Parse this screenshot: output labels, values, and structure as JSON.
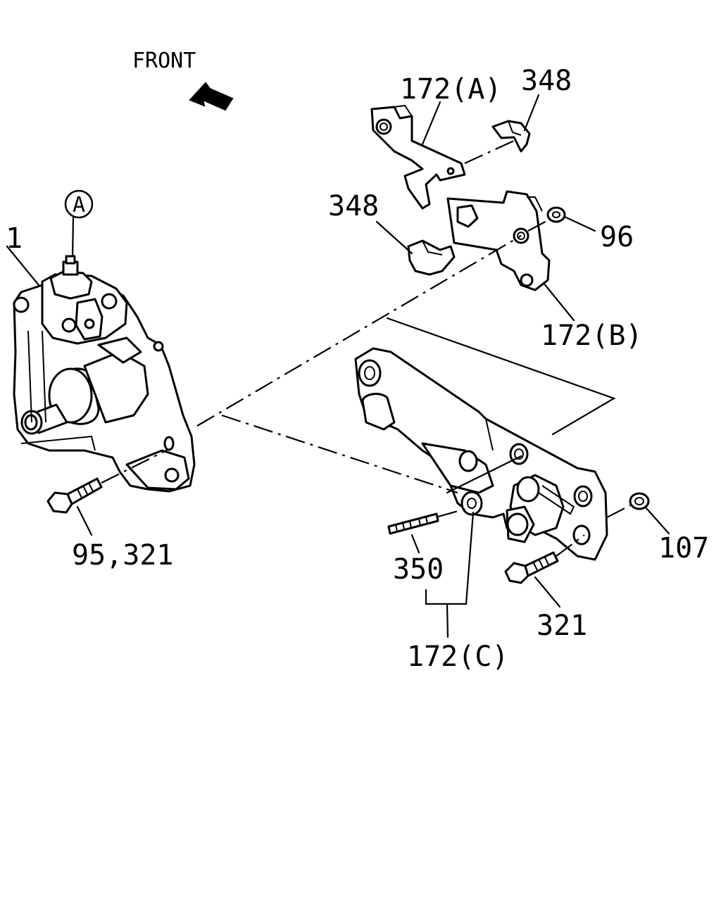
{
  "direction_label": "FRONT",
  "circle_label": "A",
  "part_labels": {
    "steering_gear": "1",
    "bolt_left": "95,321",
    "bracket_a": "172(A)",
    "clip_top": "348",
    "clip_mid": "348",
    "nut_96": "96",
    "bracket_b": "172(B)",
    "stud_350": "350",
    "bracket_c": "172(C)",
    "bolt_321": "321",
    "nut_107": "107"
  }
}
